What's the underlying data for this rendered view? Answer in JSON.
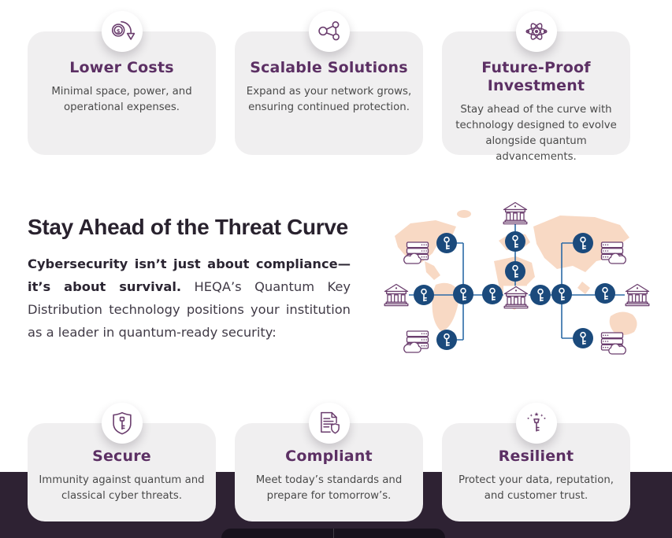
{
  "colors": {
    "accent_plum": "#5c3064",
    "icon_stroke": "#6b3e6e",
    "node_navy": "#1b4a7c",
    "line_blue": "#2c6aa6",
    "map_peach": "#f8d9c4",
    "card_bg": "#f0eff0",
    "band_dark": "#2e2233",
    "sheet_dark": "#18121d"
  },
  "top_cards": [
    {
      "icon": "coin-arrow-icon",
      "title": "Lower Costs",
      "body": "Minimal space, power, and operational expenses."
    },
    {
      "icon": "network-nodes-icon",
      "title": "Scalable Solutions",
      "body": "Expand as your network grows, ensuring continued protection."
    },
    {
      "icon": "atom-icon",
      "title": "Future-Proof Investment",
      "body": "Stay ahead of the curve with technology designed to evolve alongside quantum advancements."
    }
  ],
  "threat_section": {
    "heading": "Stay Ahead of the Threat Curve",
    "lead_bold": "Cybersecurity isn’t just about compliance— it’s about survival.",
    "lead_rest": " HEQA’s Quantum Key Distribution technology positions your institution as a leader in quantum-ready security:"
  },
  "illustration_icons": [
    "world-map",
    "bank-icon",
    "qkd-key-node-icon",
    "server-cloud-icon",
    "network-lines"
  ],
  "bottom_cards": [
    {
      "icon": "shield-key-icon",
      "title": "Secure",
      "body": "Immunity against quantum and classical cyber threats."
    },
    {
      "icon": "document-shield-icon",
      "title": "Compliant",
      "body": "Meet today’s standards and prepare for tomorrow’s."
    },
    {
      "icon": "key-sparkle-icon",
      "title": "Resilient",
      "body": "Protect your data, reputation, and customer trust."
    }
  ]
}
